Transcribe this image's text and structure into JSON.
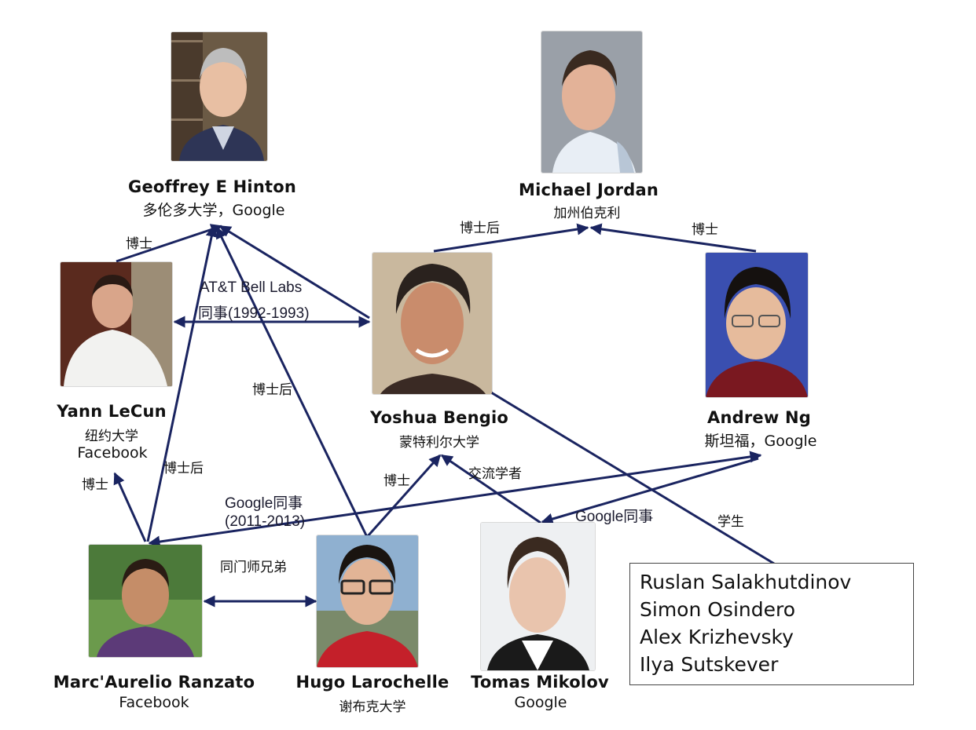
{
  "people": {
    "hinton": {
      "name": "Geoffrey E Hinton",
      "affiliation": "多伦多大学，Google"
    },
    "jordan": {
      "name": "Michael Jordan",
      "affiliation": "加州伯克利"
    },
    "lecun": {
      "name": "Yann LeCun",
      "affiliation_line1": "纽约大学",
      "affiliation_line2": "Facebook"
    },
    "bengio": {
      "name": "Yoshua Bengio",
      "affiliation": "蒙特利尔大学"
    },
    "ng": {
      "name": "Andrew Ng",
      "affiliation": "斯坦福，Google"
    },
    "ranzato": {
      "name": "Marc'Aurelio Ranzato",
      "affiliation": "Facebook"
    },
    "larochelle": {
      "name": "Hugo Larochelle",
      "affiliation": "谢布克大学"
    },
    "mikolov": {
      "name": "Tomas Mikolov",
      "affiliation": "Google"
    }
  },
  "edge_labels": {
    "lecun_hinton": "博士",
    "bengio_jordan": "博士后",
    "ng_jordan": "博士",
    "bell_labs_line1": "AT&T Bell Labs",
    "bell_labs_line2": "同事(1992-1993)",
    "larochelle_hinton": "博士后",
    "ranzato_hinton": "博士后",
    "ranzato_lecun": "博士",
    "google_colleague_line1": "Google同事",
    "google_colleague_line2": "(2011-2013)",
    "fellow_students": "同门师兄弟",
    "larochelle_bengio": "博士",
    "mikolov_bengio": "交流学者",
    "mikolov_ng": "Google同事",
    "students_hinton": "学生"
  },
  "students": [
    "Ruslan Salakhutdinov",
    "Simon Osindero",
    "Alex Krizhevsky",
    "Ilya Sutskever"
  ],
  "colors": {
    "edge": "#1a2460"
  }
}
